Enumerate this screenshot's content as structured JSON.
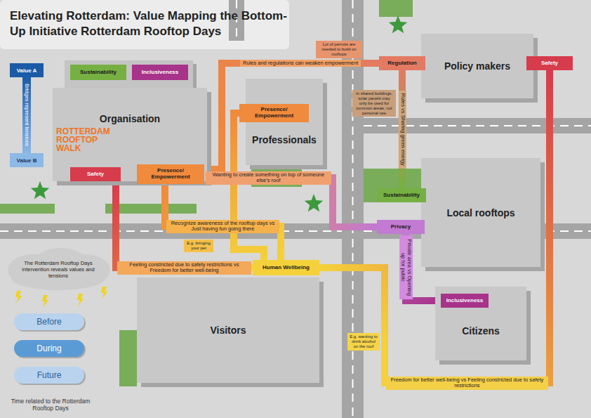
{
  "diagram": {
    "title": "Elevating Rotterdam: Value Mapping the Bottom-Up Initiative Rotterdam Rooftop Days",
    "nodes": [
      {
        "text": [
          "Sustainability"
        ]
      },
      {
        "text": [
          "Inclusiveness"
        ]
      },
      {
        "text": [
          "Organisation"
        ]
      },
      {
        "text": [
          "Safety"
        ],
        "in": 2
      },
      {
        "text": [
          "Presence/ Empowerment"
        ]
      },
      {
        "text": [
          "Professionals"
        ]
      },
      {
        "text": [
          "Presence/ Empowerment"
        ],
        "in": 5
      },
      {
        "text": [
          "Policy makers"
        ]
      },
      {
        "text": [
          "Regulation"
        ]
      },
      {
        "text": [
          "Safety"
        ]
      },
      {
        "text": [
          "Local rooftops"
        ]
      },
      {
        "text": [
          "Sustainability"
        ]
      },
      {
        "text": [
          "Privacy"
        ]
      },
      {
        "text": [
          "Citizens"
        ]
      },
      {
        "text": [
          "Inclusiveness"
        ],
        "in": 13
      },
      {
        "text": [
          "Visitors"
        ]
      },
      {
        "text": [
          "Human Wellbeing"
        ]
      },
      {
        "text": [
          "The Rotterdam Rooftop Days intervention reveals values and tensions"
        ]
      },
      {
        "text": [
          "Before"
        ]
      },
      {
        "text": [
          "During"
        ]
      },
      {
        "text": [
          "Future"
        ]
      }
    ],
    "edges": [
      {
        "from": 4,
        "to": 8,
        "arrow": "none",
        "label": "Rules and regulations can weaken empowerment"
      },
      {
        "from": 8,
        "to": 11,
        "arrow": "none",
        "label": "Rules vs Sharing green energy"
      },
      {
        "from": 4,
        "to": 12,
        "arrow": "none",
        "label": "Wanting to create something on top of someone else's roof"
      },
      {
        "from": 6,
        "to": 16,
        "arrow": "none"
      },
      {
        "from": 4,
        "to": 16,
        "arrow": "none",
        "label": "Recognize awareness of the rooftop days vs Just having fun going there"
      },
      {
        "from": 3,
        "to": 16,
        "arrow": "none",
        "label": "Feeling constricted due to safety restrictions vs Freedom for better well-being"
      },
      {
        "from": 16,
        "to": 9,
        "arrow": "none",
        "label": "Freedom for better well-being vs Feeling constricted due to safety restrictions"
      },
      {
        "from": 12,
        "to": 14,
        "arrow": "none",
        "label": "Private area vs Opening up for public"
      }
    ],
    "labels": [
      "ROTTERDAM ROOFTOP WALK",
      "Bridges represent tensions",
      "Lot of permits are needed to build on rooftops",
      "In shared buildings, solar panels may only be used for common areas, not personal use",
      "E.g. bringing your pet",
      "E.g. wanting to drink alcohol on the roof",
      "Time related to the Rotterdam Rooftop Days"
    ],
    "legend": [
      {
        "text": "Value A",
        "color": "#1a5aa6"
      },
      {
        "text": "Value B",
        "color": "#8db9e6"
      }
    ]
  }
}
